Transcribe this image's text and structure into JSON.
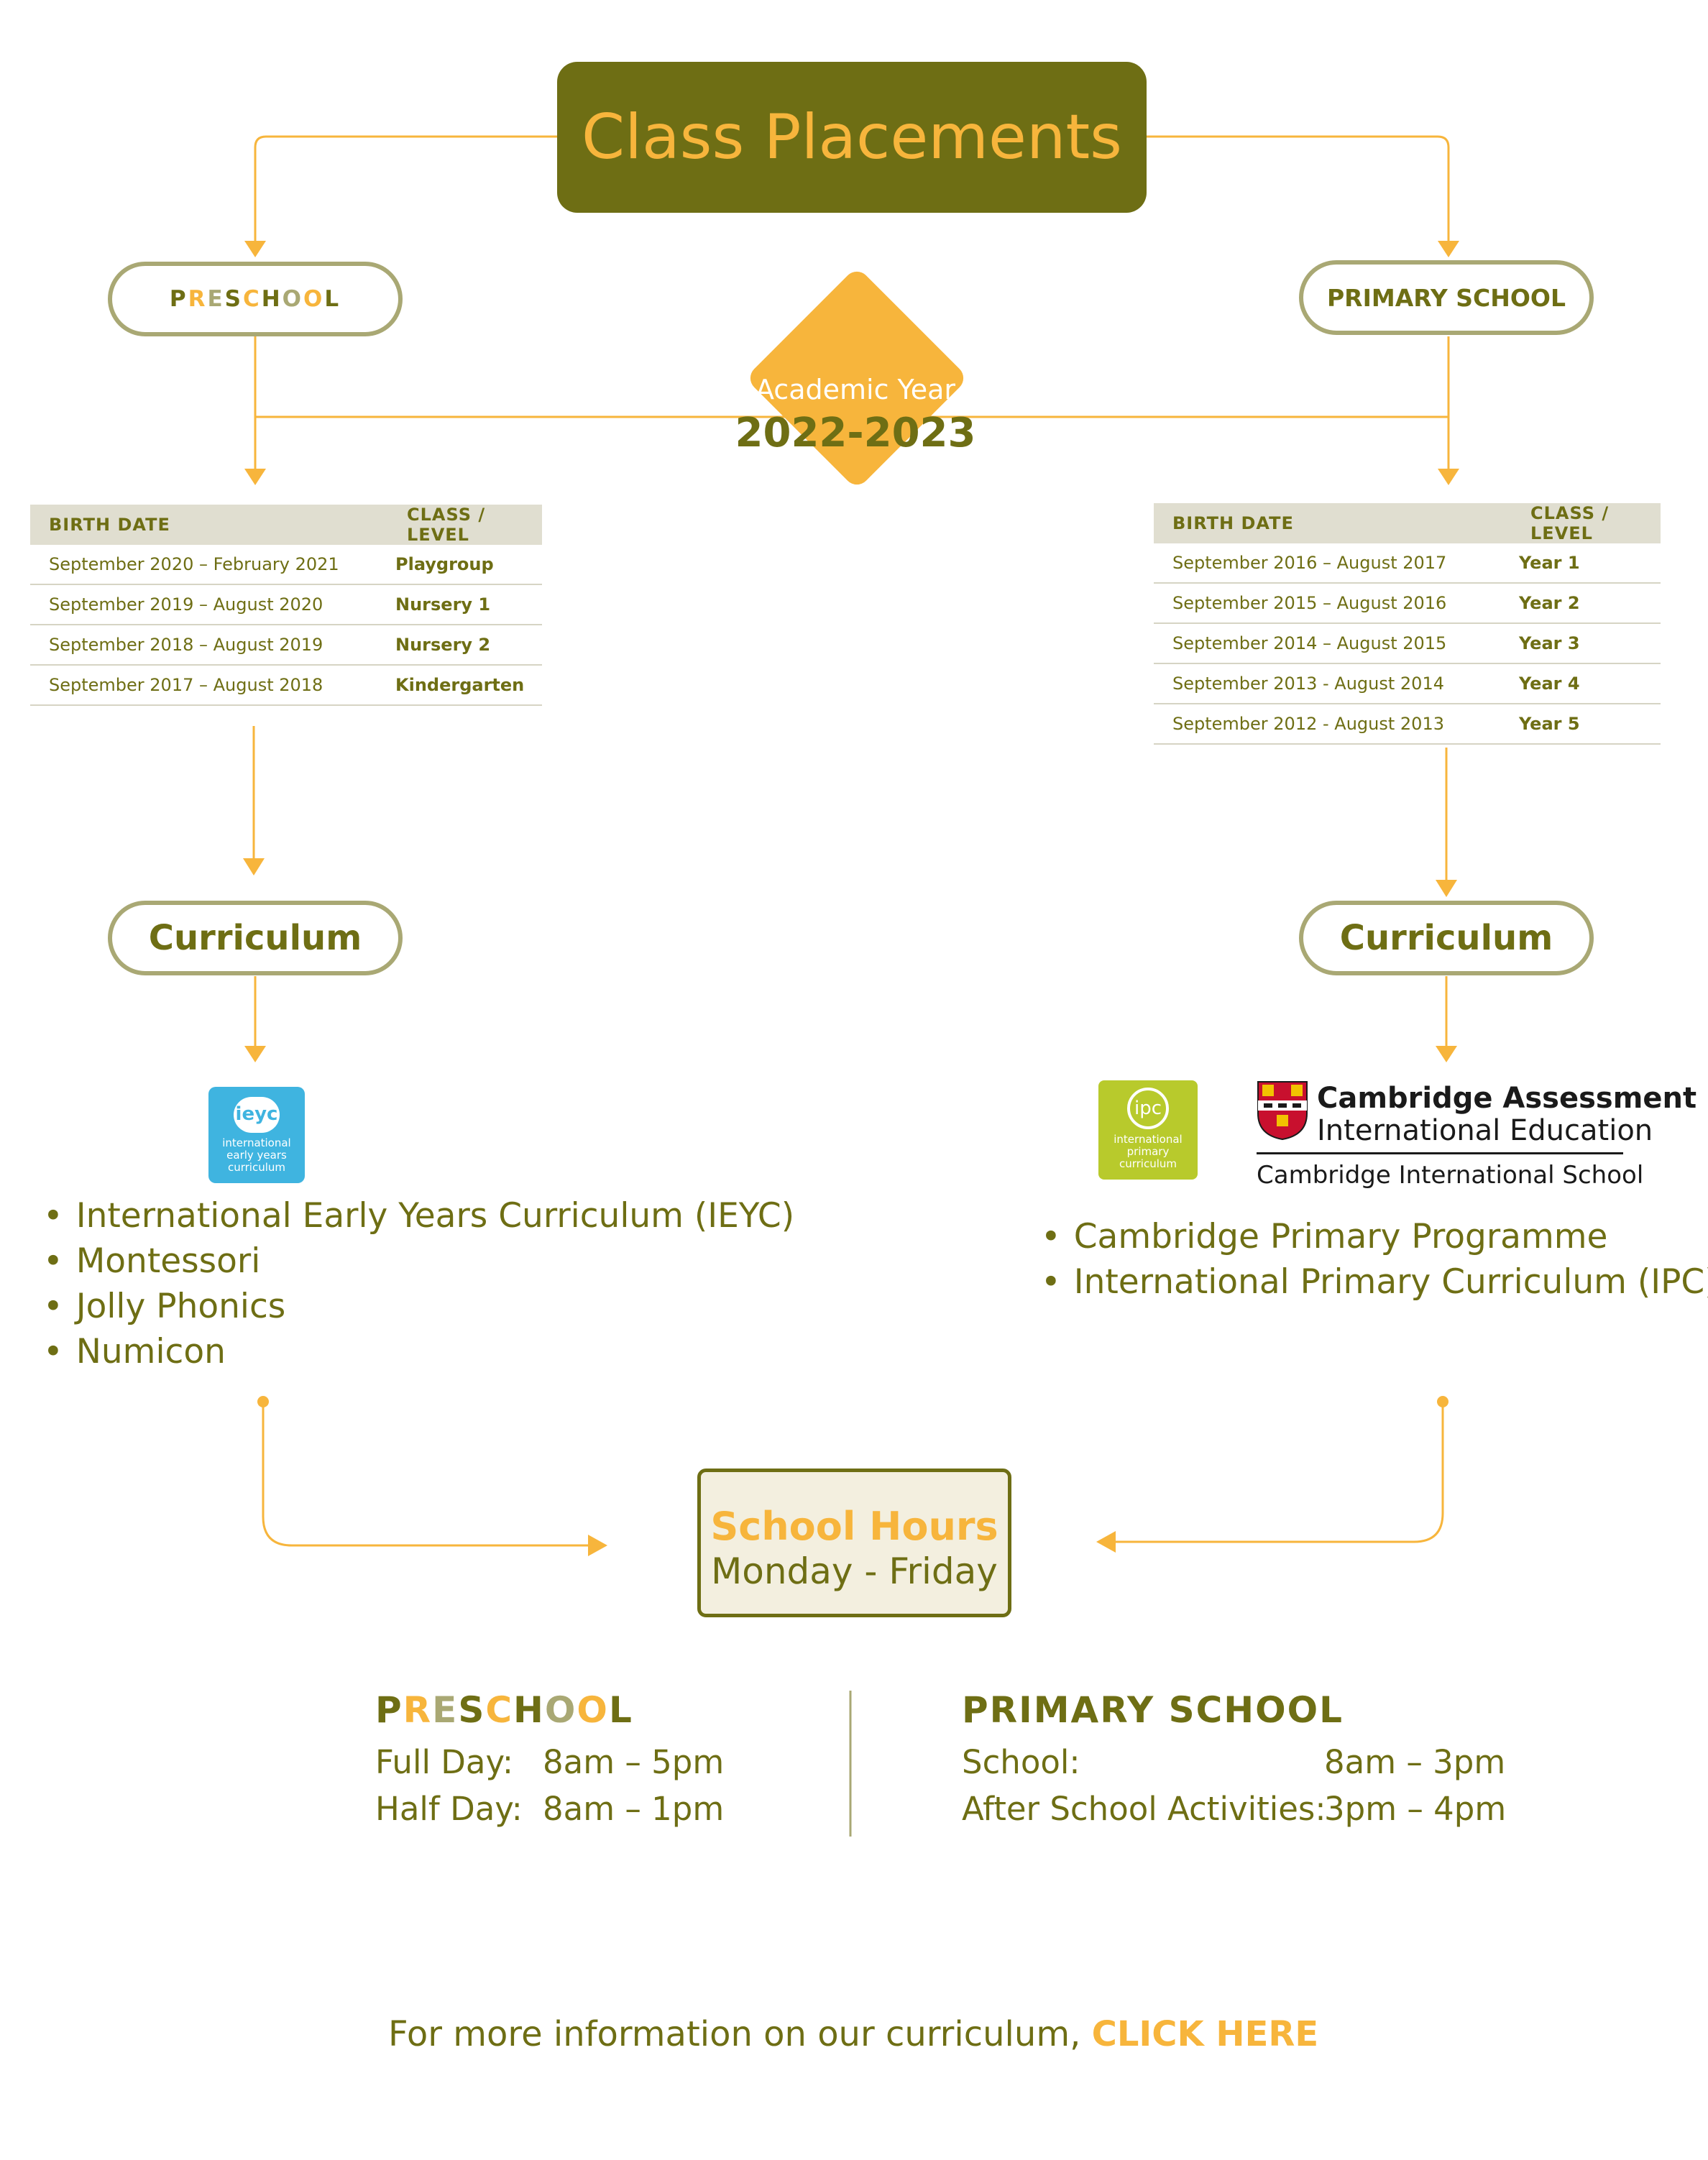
{
  "title": "Class Placements",
  "academic_year": {
    "label": "Academic Year",
    "year": "2022-2023"
  },
  "preschool": {
    "label": "PRESCHOOL",
    "table": {
      "headers": [
        "BIRTH DATE",
        "CLASS / LEVEL"
      ],
      "rows": [
        [
          "September 2020 – February 2021",
          "Playgroup"
        ],
        [
          "September 2019 – August 2020",
          "Nursery 1"
        ],
        [
          "September 2018 – August 2019",
          "Nursery 2"
        ],
        [
          "September 2017 – August 2018",
          "Kindergarten"
        ]
      ]
    },
    "curriculum_label": "Curriculum",
    "logo": {
      "name": "ieyc",
      "lines": [
        "international",
        "early years",
        "curriculum"
      ]
    },
    "curriculum_items": [
      "International Early Years Curriculum (IEYC)",
      "Montessori",
      "Jolly Phonics",
      "Numicon"
    ]
  },
  "primary": {
    "label": "PRIMARY SCHOOL",
    "table": {
      "headers": [
        "BIRTH DATE",
        "CLASS / LEVEL"
      ],
      "rows": [
        [
          "September 2016 – August 2017",
          "Year 1"
        ],
        [
          "September 2015 – August 2016",
          "Year 2"
        ],
        [
          "September 2014 – August 2015",
          "Year 3"
        ],
        [
          "September 2013 - August 2014",
          "Year 4"
        ],
        [
          "September 2012 - August 2013",
          "Year 5"
        ]
      ]
    },
    "curriculum_label": "Curriculum",
    "logo_ipc": {
      "name": "ipc",
      "lines": [
        "international",
        "primary",
        "curriculum"
      ]
    },
    "logo_cambridge": {
      "line1": "Cambridge Assessment",
      "line2": "International Education",
      "line3": "Cambridge International School"
    },
    "curriculum_items": [
      "Cambridge Primary Programme",
      "International Primary Curriculum (IPC)"
    ]
  },
  "school_hours": {
    "title": "School Hours",
    "days": "Monday - Friday",
    "preschool": {
      "label": "PRESCHOOL",
      "rows": [
        {
          "label": "Full Day:",
          "time": "8am – 5pm"
        },
        {
          "label": "Half Day:",
          "time": "8am – 1pm"
        }
      ]
    },
    "primary": {
      "label": "PRIMARY SCHOOL",
      "rows": [
        {
          "label": "School:",
          "time": "8am – 3pm"
        },
        {
          "label": "After School Activities:",
          "time": "3pm – 4pm"
        }
      ]
    }
  },
  "footer": {
    "text": "For more information on our curriculum,",
    "link": "CLICK HERE"
  },
  "colors": {
    "olive": "#6e6e14",
    "orange": "#f7b53c",
    "khaki": "#a9a874",
    "table_header": "#e0ded0",
    "cream": "#f3efdf"
  }
}
